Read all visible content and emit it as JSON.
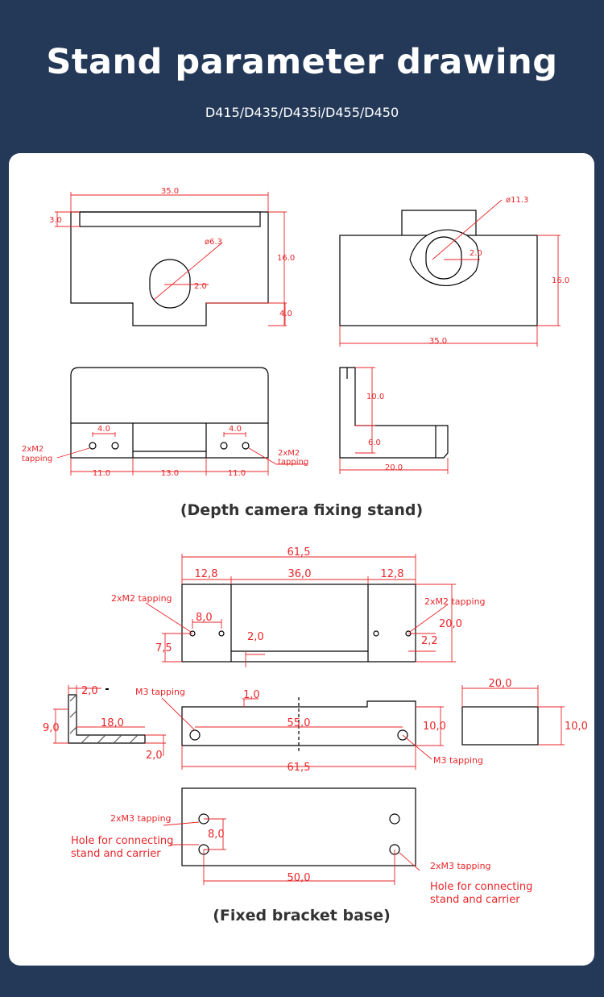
{
  "header": {
    "title": "Stand parameter drawing",
    "subtitle": "D415/D435/D435i/D455/D450"
  },
  "section1": {
    "caption": "(Depth camera fixing stand)",
    "front": {
      "width": "35.0",
      "top": "3.0",
      "height": "16.0",
      "diameter": "ø6.3",
      "slot": "2.0",
      "bottom": "4.0"
    },
    "side": {
      "diameter": "ø11.3",
      "slot": "2.0",
      "height": "16.0",
      "width": "35.0"
    },
    "bottom": {
      "hole_pitch_left": "4.0",
      "hole_pitch_right": "4.0",
      "left_label": "2xM2\ntapping",
      "right_label": "2xM2\ntapping",
      "seg1": "11.0",
      "seg2": "13.0",
      "seg3": "11.0"
    },
    "profile": {
      "upper": "10.0",
      "lower": "6.0",
      "width": "20.0"
    }
  },
  "section2": {
    "caption": "(Fixed bracket base)",
    "top_view": {
      "overall": "61,5",
      "left": "12,8",
      "middle": "36,0",
      "right": "12,8",
      "left_label": "2xM2 tapping",
      "right_label": "2xM2 tapping",
      "hole_gap": "8,0",
      "hole_height": "7,5",
      "pocket_depth": "2,0",
      "right_height": "20,0",
      "right_offset": "2,2"
    },
    "angle_profile": {
      "thickness_top": "2,0",
      "height": "9,0",
      "flange": "18,0",
      "thickness_bottom": "2,0"
    },
    "front_view": {
      "label_left": "M3 tapping",
      "notch": "1,0",
      "hole_span": "55,0",
      "height": "10,0",
      "overall": "61,5",
      "label_right": "M3 tapping"
    },
    "end_view": {
      "width": "20,0",
      "height": "10,0"
    },
    "base_view": {
      "left_label": "2xM3 tapping",
      "hole_gap": "8,0",
      "hole_label": "Hole for connecting\nstand and carrier",
      "span": "50,0",
      "right_label": "2xM3 tapping",
      "hole_label_right": "Hole for connecting\nstand and carrier"
    }
  },
  "colors": {
    "background": "#243958",
    "card": "#ffffff",
    "line": "#000000",
    "dimension": "#e8262a"
  }
}
